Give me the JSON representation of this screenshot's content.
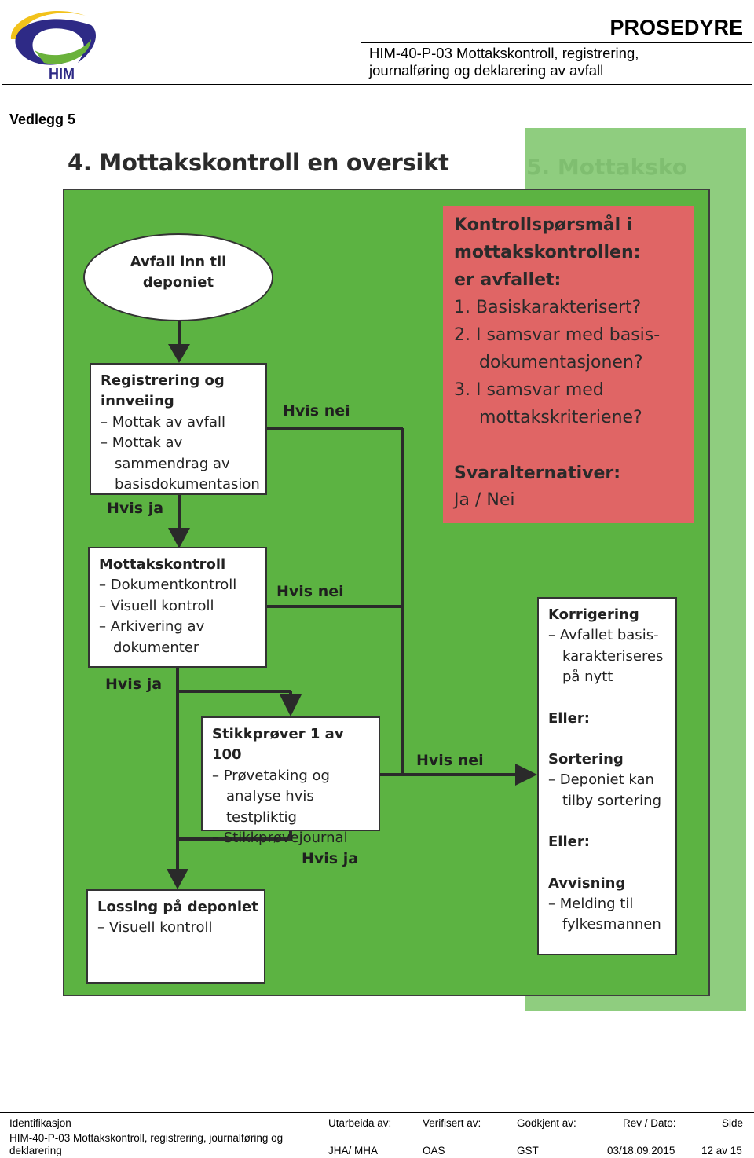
{
  "header": {
    "logo_text": "HIM",
    "doc_type": "PROSEDYRE",
    "doc_title_line1": "HIM-40-P-03 Mottakskontroll, registrering,",
    "doc_title_line2": "journalføring og deklarering av avfall"
  },
  "attachment_label": "Vedlegg 5",
  "diagram": {
    "title": "4. Mottakskontroll en oversikt",
    "ghost_title": "5. Mottaksko",
    "start": {
      "line1": "Avfall inn til",
      "line2": "deponiet"
    },
    "registration": {
      "head1": "Registrering og",
      "head2": "innveiing",
      "items": [
        "– Mottak av avfall",
        "– Mottak av sammendrag av basisdokumentasion"
      ]
    },
    "control": {
      "head": "Mottakskontroll",
      "items": [
        "– Dokumentkontroll",
        "– Visuell kontroll",
        "– Arkivering av dokumenter"
      ]
    },
    "sampling": {
      "head": "Stikkprøver 1 av 100",
      "items": [
        "– Prøvetaking og analyse hvis testpliktig",
        "– Stikkprøvejournal"
      ]
    },
    "unloading": {
      "head": "Lossing på deponiet",
      "items": [
        "– Visuell kontroll"
      ]
    },
    "result": {
      "corr_head": "Korrigering",
      "corr_item": "– Avfallet basis-karakteriseres på nytt",
      "or1": "Eller:",
      "sort_head": "Sortering",
      "sort_item": "– Deponiet kan tilby sortering",
      "or2": "Eller:",
      "rej_head": "Avvisning",
      "rej_item": "– Melding til fylkesmannen"
    },
    "questions": {
      "title1": "Kontrollspørsmål  i",
      "title2": "mottakskontrollen:",
      "title3": "er avfallet:",
      "q1": "1. Basiskarakterisert?",
      "q2a": "2. I samsvar med basis-",
      "q2b": "dokumentasjonen?",
      "q3a": "3. I samsvar med",
      "q3b": "mottakskriteriene?",
      "answers_title": "Svaralternativer:",
      "answers": "Ja / Nei"
    },
    "labels": {
      "no1": "Hvis nei",
      "yes1": "Hvis ja",
      "no2": "Hvis nei",
      "yes2": "Hvis ja",
      "no3": "Hvis nei",
      "yes3": "Hvis ja"
    }
  },
  "footer": {
    "id_label": "Identifikasjon",
    "id_value1": "HIM-40-P-03  Mottakskontroll, registrering, journalføring og",
    "id_value2": "deklarering",
    "prepared_label": "Utarbeida av:",
    "prepared_value": "JHA/ MHA",
    "verified_label": "Verifisert av:",
    "verified_value": "OAS",
    "approved_label": "Godkjent av:",
    "approved_value": "GST",
    "rev_label": "Rev / Dato:",
    "rev_value": "03/18.09.2015",
    "page_label": "Side",
    "page_value": "12 av 15"
  },
  "colors": {
    "panel_green": "#5cb342",
    "page_green": "#8fcd7f",
    "question_red": "#e06565",
    "logo_purple": "#2e2a86",
    "logo_yellow": "#f2c21b",
    "logo_green": "#6ab23b"
  }
}
